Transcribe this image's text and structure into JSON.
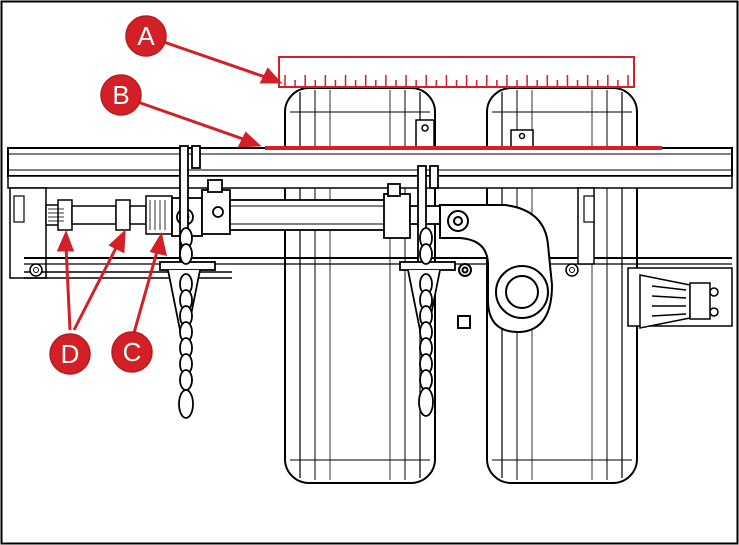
{
  "diagram": {
    "callouts": [
      {
        "id": "a",
        "label": "A"
      },
      {
        "id": "b",
        "label": "B"
      },
      {
        "id": "c",
        "label": "C"
      },
      {
        "id": "d",
        "label": "D"
      }
    ],
    "colors": {
      "callout_fill": "#d32027",
      "callout_stroke": "#b51c22",
      "line_art": "#1a1a1a",
      "background": "#ffffff"
    }
  }
}
